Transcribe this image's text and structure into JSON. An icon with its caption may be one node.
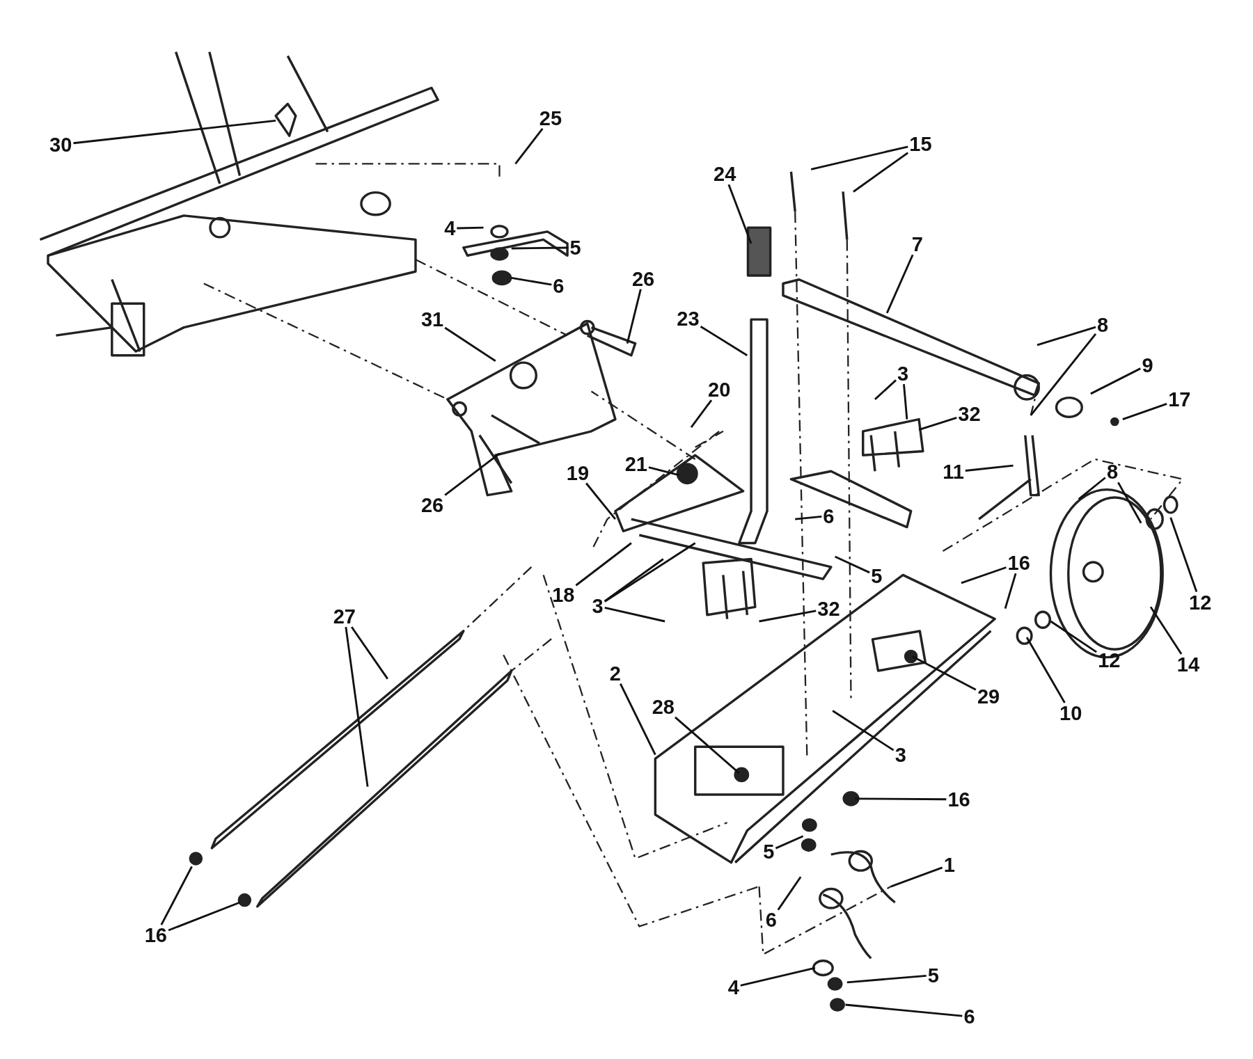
{
  "diagram": {
    "nodes": [
      {
        "text": [
          "30"
        ]
      },
      {
        "text": [
          "25"
        ]
      },
      {
        "text": [
          "15"
        ]
      },
      {
        "text": [
          "24"
        ]
      },
      {
        "text": [
          "4"
        ]
      },
      {
        "text": [
          "5"
        ]
      },
      {
        "text": [
          "6"
        ]
      },
      {
        "text": [
          "7"
        ]
      },
      {
        "text": [
          "26"
        ]
      },
      {
        "text": [
          "31"
        ]
      },
      {
        "text": [
          "23"
        ]
      },
      {
        "text": [
          "8"
        ]
      },
      {
        "text": [
          "9"
        ]
      },
      {
        "text": [
          "3"
        ]
      },
      {
        "text": [
          "17"
        ]
      },
      {
        "text": [
          "20"
        ]
      },
      {
        "text": [
          "32"
        ]
      },
      {
        "text": [
          "21"
        ]
      },
      {
        "text": [
          "19"
        ]
      },
      {
        "text": [
          "11"
        ]
      },
      {
        "text": [
          "26"
        ]
      },
      {
        "text": [
          "6"
        ]
      },
      {
        "text": [
          "8"
        ]
      },
      {
        "text": [
          "5"
        ]
      },
      {
        "text": [
          "18"
        ]
      },
      {
        "text": [
          "3"
        ]
      },
      {
        "text": [
          "16"
        ]
      },
      {
        "text": [
          "12"
        ]
      },
      {
        "text": [
          "32"
        ]
      },
      {
        "text": [
          "27"
        ]
      },
      {
        "text": [
          "14"
        ]
      },
      {
        "text": [
          "12"
        ]
      },
      {
        "text": [
          "2"
        ]
      },
      {
        "text": [
          "28"
        ]
      },
      {
        "text": [
          "29"
        ]
      },
      {
        "text": [
          "10"
        ]
      },
      {
        "text": [
          "3"
        ]
      },
      {
        "text": [
          "16"
        ]
      },
      {
        "text": [
          "5"
        ]
      },
      {
        "text": [
          "1"
        ]
      },
      {
        "text": [
          "6"
        ]
      },
      {
        "text": [
          "5"
        ]
      },
      {
        "text": [
          "4"
        ]
      },
      {
        "text": [
          "6"
        ]
      },
      {
        "text": [
          "16"
        ]
      }
    ],
    "edges": [
      {
        "from": 0,
        "to": null,
        "arrow": "none"
      },
      {
        "from": 1,
        "to": null,
        "arrow": "none"
      },
      {
        "from": 2,
        "to": null,
        "arrow": "none"
      },
      {
        "from": 2,
        "to": null,
        "arrow": "none"
      },
      {
        "from": 3,
        "to": null,
        "arrow": "none"
      },
      {
        "from": 4,
        "to": null,
        "arrow": "none"
      },
      {
        "from": 5,
        "to": null,
        "arrow": "none"
      },
      {
        "from": 6,
        "to": null,
        "arrow": "none"
      },
      {
        "from": 7,
        "to": null,
        "arrow": "none"
      },
      {
        "from": 8,
        "to": null,
        "arrow": "none"
      },
      {
        "from": 9,
        "to": null,
        "arrow": "none"
      },
      {
        "from": 10,
        "to": null,
        "arrow": "none"
      },
      {
        "from": 11,
        "to": null,
        "arrow": "none"
      },
      {
        "from": 11,
        "to": null,
        "arrow": "none"
      },
      {
        "from": 12,
        "to": null,
        "arrow": "none"
      },
      {
        "from": 13,
        "to": null,
        "arrow": "none"
      },
      {
        "from": 13,
        "to": null,
        "arrow": "none"
      },
      {
        "from": 14,
        "to": null,
        "arrow": "none"
      },
      {
        "from": 15,
        "to": null,
        "arrow": "none"
      },
      {
        "from": 16,
        "to": null,
        "arrow": "none"
      },
      {
        "from": 17,
        "to": null,
        "arrow": "none"
      },
      {
        "from": 18,
        "to": null,
        "arrow": "none"
      },
      {
        "from": 19,
        "to": null,
        "arrow": "none"
      },
      {
        "from": 20,
        "to": null,
        "arrow": "none"
      },
      {
        "from": 21,
        "to": null,
        "arrow": "none"
      },
      {
        "from": 22,
        "to": null,
        "arrow": "none"
      },
      {
        "from": 22,
        "to": null,
        "arrow": "none"
      },
      {
        "from": 23,
        "to": null,
        "arrow": "none"
      },
      {
        "from": 24,
        "to": null,
        "arrow": "none"
      },
      {
        "from": 25,
        "to": null,
        "arrow": "none"
      },
      {
        "from": 25,
        "to": null,
        "arrow": "none"
      },
      {
        "from": 25,
        "to": null,
        "arrow": "none"
      },
      {
        "from": 26,
        "to": null,
        "arrow": "none"
      },
      {
        "from": 26,
        "to": null,
        "arrow": "none"
      },
      {
        "from": 27,
        "to": null,
        "arrow": "none"
      },
      {
        "from": 28,
        "to": null,
        "arrow": "none"
      },
      {
        "from": 29,
        "to": null,
        "arrow": "none"
      },
      {
        "from": 29,
        "to": null,
        "arrow": "none"
      },
      {
        "from": 30,
        "to": null,
        "arrow": "none"
      },
      {
        "from": 31,
        "to": null,
        "arrow": "none"
      },
      {
        "from": 32,
        "to": null,
        "arrow": "none"
      },
      {
        "from": 33,
        "to": null,
        "arrow": "none"
      },
      {
        "from": 34,
        "to": null,
        "arrow": "none"
      },
      {
        "from": 35,
        "to": null,
        "arrow": "none"
      },
      {
        "from": 36,
        "to": null,
        "arrow": "none"
      },
      {
        "from": 37,
        "to": null,
        "arrow": "none"
      },
      {
        "from": 38,
        "to": null,
        "arrow": "none"
      },
      {
        "from": 39,
        "to": null,
        "arrow": "none"
      },
      {
        "from": 40,
        "to": null,
        "arrow": "none"
      },
      {
        "from": 41,
        "to": null,
        "arrow": "none"
      },
      {
        "from": 42,
        "to": null,
        "arrow": "none"
      },
      {
        "from": 43,
        "to": null,
        "arrow": "none"
      },
      {
        "from": 44,
        "to": null,
        "arrow": "none"
      },
      {
        "from": 44,
        "to": null,
        "arrow": "none"
      }
    ]
  }
}
